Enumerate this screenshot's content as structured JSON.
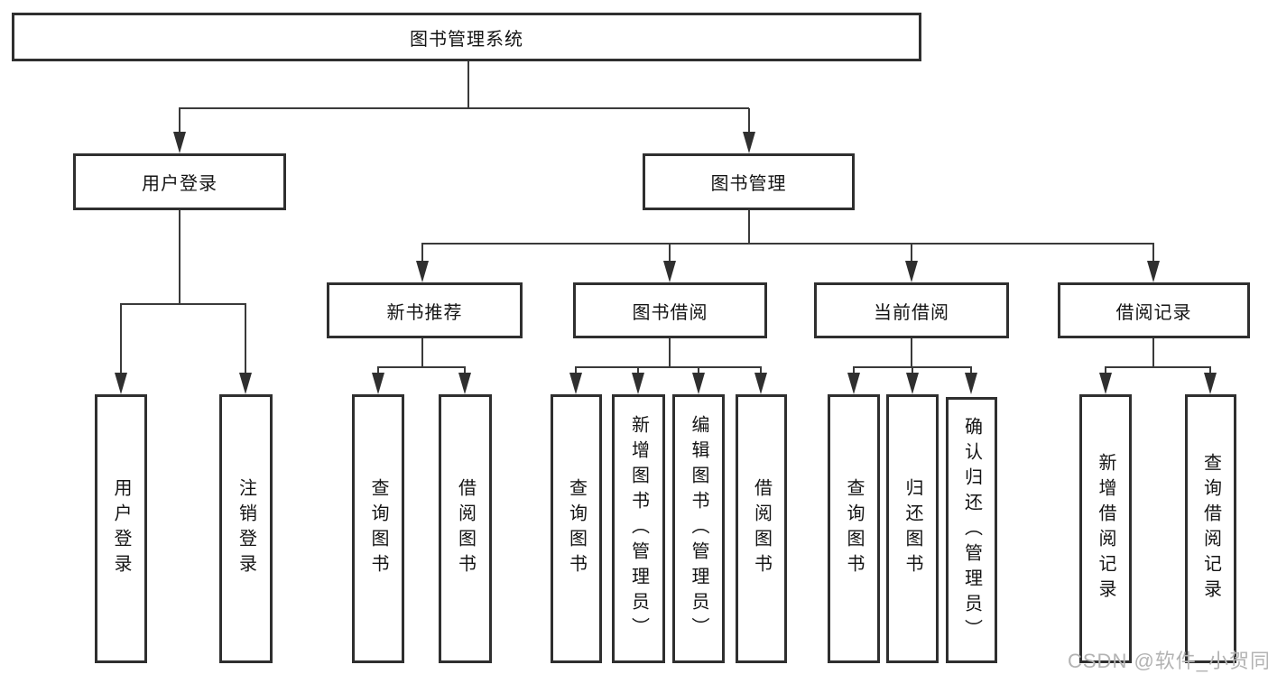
{
  "diagram_type": "hierarchy-tree",
  "watermark": {
    "text": "CSDN @软件_小贺同学"
  },
  "colors": {
    "background": "#ffffff",
    "line": "#3a3a3a",
    "box_border": "#2f2f2f",
    "text": "#141414",
    "watermark": "#b3b3b3"
  },
  "tree": {
    "label": "图书管理系统",
    "children": [
      {
        "label": "用户登录",
        "children": [
          {
            "label": "用户登录"
          },
          {
            "label": "注销登录"
          }
        ]
      },
      {
        "label": "图书管理",
        "children": [
          {
            "label": "新书推荐",
            "children": [
              {
                "label": "查询图书"
              },
              {
                "label": "借阅图书"
              }
            ]
          },
          {
            "label": "图书借阅",
            "children": [
              {
                "label": "查询图书"
              },
              {
                "label": "新增图书（管理员）"
              },
              {
                "label": "编辑图书（管理员）"
              },
              {
                "label": "借阅图书"
              }
            ]
          },
          {
            "label": "当前借阅",
            "children": [
              {
                "label": "查询图书"
              },
              {
                "label": "归还图书"
              },
              {
                "label": "确认归还（管理员）"
              }
            ]
          },
          {
            "label": "借阅记录",
            "children": [
              {
                "label": "新增借阅记录"
              },
              {
                "label": "查询借阅记录"
              }
            ]
          }
        ]
      }
    ]
  }
}
